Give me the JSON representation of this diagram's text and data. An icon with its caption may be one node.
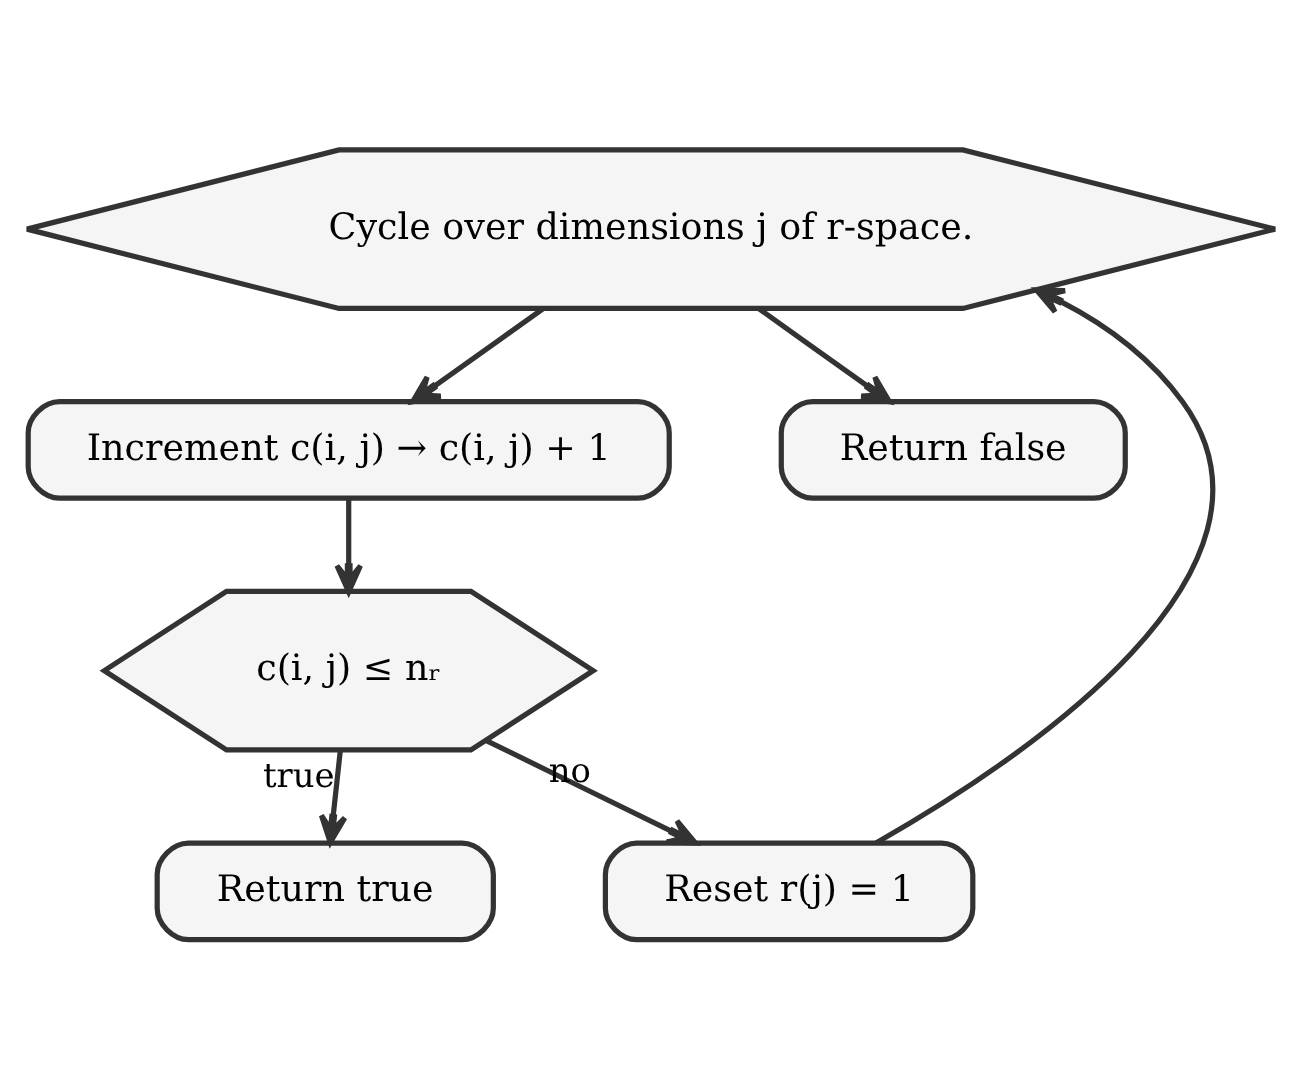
{
  "diagram": {
    "nodes": [
      {
        "text": [
          "Cycle over dimensions j of r-space."
        ]
      },
      {
        "text": [
          "Increment c(i, j) → c(i, j) + 1"
        ]
      },
      {
        "text": [
          "c(i, j) ≤ nᵣ"
        ]
      },
      {
        "text": [
          "Return true"
        ]
      },
      {
        "text": [
          "Reset r(j) = 1"
        ]
      },
      {
        "text": [
          "Return false"
        ]
      }
    ],
    "edges": [
      {
        "from": 0,
        "to": 1,
        "arrow": "to"
      },
      {
        "from": 1,
        "to": 2,
        "arrow": "to"
      },
      {
        "from": 2,
        "to": 3,
        "arrow": "to",
        "label": "true"
      },
      {
        "from": 2,
        "to": 4,
        "arrow": "to",
        "label": "no"
      },
      {
        "from": 4,
        "to": 0,
        "arrow": "to"
      },
      {
        "from": 0,
        "to": 5,
        "arrow": "to"
      }
    ]
  }
}
